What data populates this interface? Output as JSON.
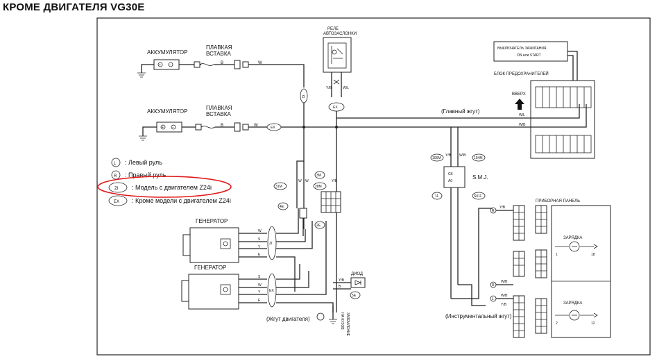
{
  "title": "КРОМЕ ДВИГАТЕЛЯ VG30E",
  "labels": {
    "relay": "РЕЛЕ",
    "relay2": "АВТОЗАСЛОНКИ",
    "battery1": "АККУМУЛЯТОР",
    "battery2": "АККУМУЛЯТОР",
    "fuse1a": "ПЛАВКАЯ",
    "fuse1b": "ВСТАВКА",
    "fuse2a": "ПЛАВКАЯ",
    "fuse2b": "ВСТАВКА",
    "ignition1": "ВЫКЛЮЧАТЕЛЬ ЗАЖИГАНИЯ",
    "ignition2": "ON или START",
    "fuse_block": "БЛОК ПРЕДОХРАНИТЕЛЕЙ",
    "up": "ВВЕРХ",
    "main_harness": "(Главный жгут)",
    "smj": "S.M.J.",
    "generator1": "ГЕНЕРАТОР",
    "generator2": "ГЕНЕРАТОР",
    "diode": "ДИОД",
    "ground1": "ЗАЗЕМЛЕНИЕ",
    "ground2": "НА КУЗОВ",
    "engine_harness": "(Жгут двигателя)",
    "instr_harness": "(Инструментальный жгут)",
    "instr_panel": "ПРИБОРНАЯ ПАНЕЛЬ",
    "charge1": "ЗАРЯДКА",
    "charge2": "ЗАРЯДКА"
  },
  "legend": [
    {
      "symbol": "L",
      "text": ": Левый руль"
    },
    {
      "symbol": "R",
      "text": ": Правый руль"
    },
    {
      "symbol": "ZI",
      "text": ": Модель с двигателем Z24i"
    },
    {
      "symbol": "EX",
      "text": ": Кроме модели с двигателем Z24i"
    }
  ],
  "wires": {
    "b1": "B",
    "w1": "W",
    "b2": "B",
    "w2": "W",
    "yb1": "Y/B",
    "wl1": "W/L",
    "wl2": "W/L",
    "wb2": "W/B",
    "yb_smj": "Y/B",
    "wb_smj": "W/B",
    "gen_w1": "W",
    "gen_y1": "Y",
    "gen_e1": "E",
    "gen_s1": "S",
    "gen_w2": "W",
    "gen_y2": "Y",
    "gen_e2": "E",
    "gen_s2": "S",
    "diode_yb": "Y/B",
    "diode_b": "B",
    "ry": "Y/B",
    "rw1": "W/B",
    "rw2": "W/B",
    "ry2": "Y/B",
    "wa": "W",
    "wb": "W",
    "ya": "Y/B"
  },
  "connectors": {
    "zi": "ZI",
    "ex_top": "EX",
    "ex_mid": "EX",
    "ex_bot": "EX",
    "zi_bot": "ZI",
    "e31m": "31M",
    "e28m": "28M",
    "e4e": "4E",
    "e2e": "2E",
    "e3m": "3M",
    "e5e": "5E",
    "e106m": "106M",
    "e104m": "104M",
    "e11": "11",
    "e501": "S011",
    "pin1": "1",
    "pin18": "18",
    "pin2": "2",
    "pin12": "12",
    "smj1": "G6",
    "smj2": "A0",
    "lh": "L",
    "rh": "R"
  },
  "colors": {
    "line": "#222222",
    "highlight": "#e01818"
  }
}
